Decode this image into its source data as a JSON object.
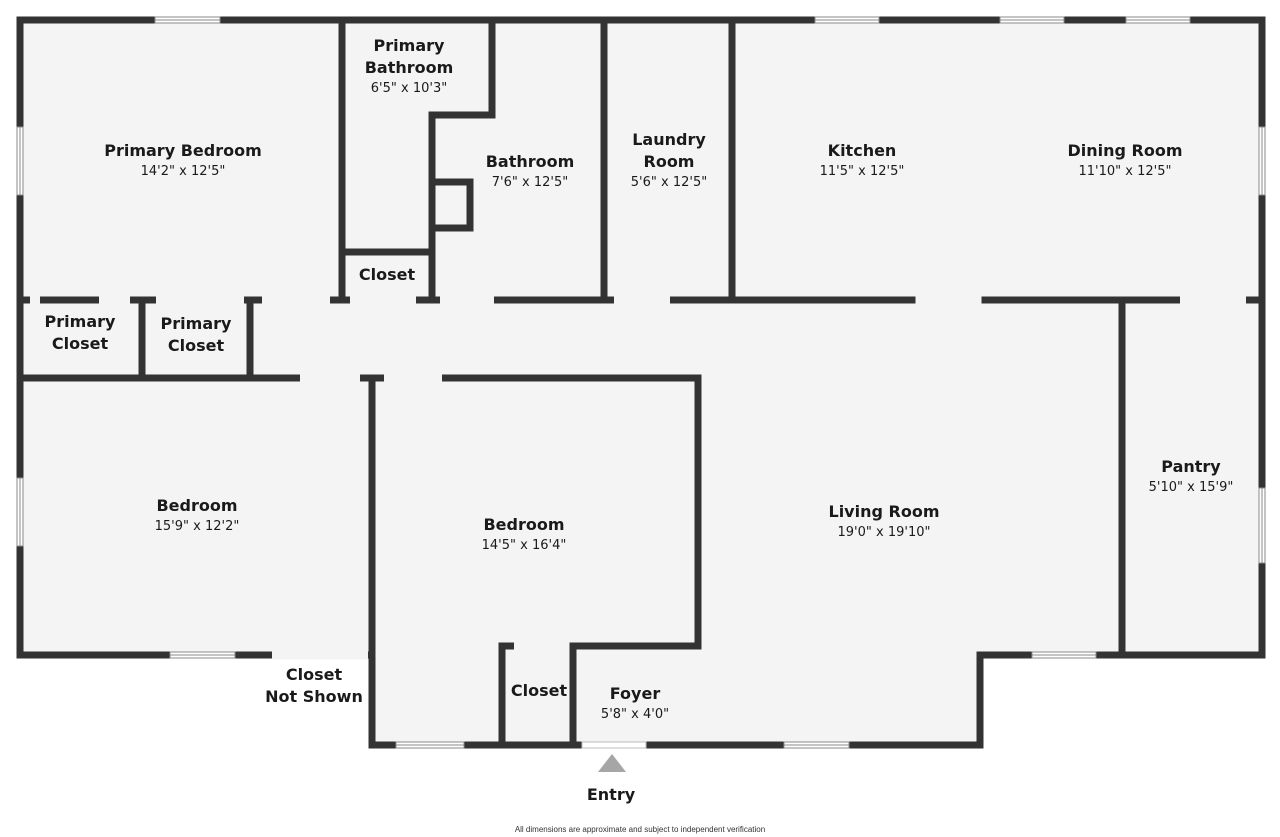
{
  "rooms": {
    "primary_bedroom": {
      "name": "Primary Bedroom",
      "dim": "14'2\" x 12'5\""
    },
    "primary_bathroom": {
      "name1": "Primary",
      "name2": "Bathroom",
      "dim": "6'5\" x 10'3\""
    },
    "bathroom": {
      "name": "Bathroom",
      "dim": "7'6\" x 12'5\""
    },
    "laundry_room": {
      "name1": "Laundry",
      "name2": "Room",
      "dim": "5'6\" x 12'5\""
    },
    "kitchen": {
      "name": "Kitchen",
      "dim": "11'5\" x 12'5\""
    },
    "dining_room": {
      "name": "Dining Room",
      "dim": "11'10\" x 12'5\""
    },
    "closet_top": {
      "name": "Closet"
    },
    "primary_closet_1": {
      "name1": "Primary",
      "name2": "Closet"
    },
    "primary_closet_2": {
      "name1": "Primary",
      "name2": "Closet"
    },
    "bedroom_left": {
      "name": "Bedroom",
      "dim": "15'9\" x 12'2\""
    },
    "bedroom_center": {
      "name": "Bedroom",
      "dim": "14'5\" x 16'4\""
    },
    "living_room": {
      "name": "Living Room",
      "dim": "19'0\" x 19'10\""
    },
    "pantry": {
      "name": "Pantry",
      "dim": "5'10\" x 15'9\""
    },
    "closet_bottom": {
      "name": "Closet"
    },
    "foyer": {
      "name": "Foyer",
      "dim": "5'8\" x 4'0\""
    }
  },
  "labels": {
    "closet_not_shown_1": "Closet",
    "closet_not_shown_2": "Not Shown",
    "entry": "Entry",
    "disclaimer": "All dimensions are approximate and subject to independent verification"
  },
  "colors": {
    "wall": "#333333",
    "floor": "#f4f4f4",
    "entry_marker": "#a6a6a6"
  }
}
